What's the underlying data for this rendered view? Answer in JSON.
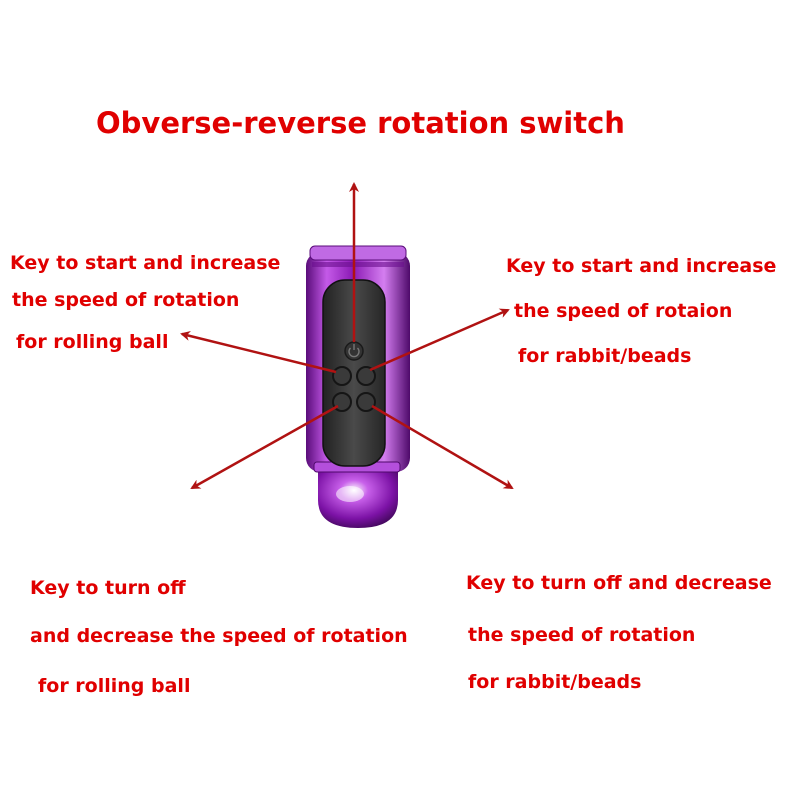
{
  "colors": {
    "text": "#e00000",
    "arrow": "#b01212",
    "device_body": "#8b1ab4",
    "device_panel": "#3c3c3c"
  },
  "title": "Obverse-reverse rotation switch",
  "device": {
    "icons": [
      "power-switch-icon",
      "button-icon"
    ]
  },
  "labels": {
    "top_left": {
      "line1": "Key to start and increase",
      "line2": "the speed of rotation",
      "line3": "for rolling ball"
    },
    "top_right": {
      "line1": "Key to start and increase",
      "line2": "the speed of rotaion",
      "line3": "for rabbit/beads"
    },
    "bottom_left": {
      "line1": "Key to turn off",
      "line2": "and decrease the speed of rotation",
      "line3": "for rolling ball"
    },
    "bottom_right": {
      "line1": "Key to turn off and decrease",
      "line2": "the speed of rotation",
      "line3": "for rabbit/beads"
    }
  }
}
